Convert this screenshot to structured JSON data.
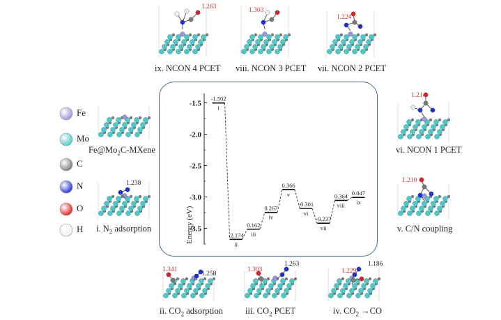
{
  "structures": {
    "ix": {
      "caption": "ix. NCON 4 PCET",
      "bond": "1.263"
    },
    "viii": {
      "caption": "viii. NCON 3 PCET",
      "bond": "1.303"
    },
    "vii": {
      "caption": "vii. NCON 2 PCET",
      "bond": "1.224"
    },
    "vi": {
      "caption": "vi. NCON 1 PCET",
      "bond": "1.214"
    },
    "v": {
      "caption": "v. C/N coupling",
      "bond": "1.210"
    },
    "i": {
      "caption": "i. N",
      "caption_sub": "2",
      "caption_tail": " adsorption",
      "bond": "1.238"
    },
    "ii": {
      "caption": "ii. CO",
      "caption_sub": "2",
      "caption_tail": " adsorption",
      "bond_red": "1.341",
      "bond_black": "1.258"
    },
    "iii": {
      "caption": "iii. CO",
      "caption_sub": "2",
      "caption_tail": " PCET",
      "bond_red": "1.303",
      "bond_black": "1.263"
    },
    "iv": {
      "caption": "iv. CO",
      "caption_sub": "2",
      "caption_tail": " →CO",
      "bond_red": "1.229",
      "bond_black": "1.186"
    },
    "mxene": {
      "caption": "Fe@Mo",
      "caption_sub": "2",
      "caption_tail": "C-MXene"
    }
  },
  "legend": [
    {
      "element": "Fe",
      "color": "#9a95d8"
    },
    {
      "element": "Mo",
      "color": "#4fc7c7"
    },
    {
      "element": "C",
      "color": "#7a7a7a"
    },
    {
      "element": "N",
      "color": "#1f2fd6"
    },
    {
      "element": "O",
      "color": "#e02020"
    },
    {
      "element": "H",
      "color": "#f0f0f0"
    }
  ],
  "colors": {
    "frame": "#4a6a8c",
    "bond_red": "#d03030",
    "bond_black": "#222222"
  },
  "chart_data": {
    "type": "line",
    "ylabel": "Energy (eV)",
    "ylim": [
      -3.75,
      -1.35
    ],
    "yticks": [
      -1.5,
      -2.0,
      -2.5,
      -3.0,
      -3.5
    ],
    "steps": [
      {
        "label": "i",
        "value": -1.502,
        "energy": -1.502
      },
      {
        "label": "ii",
        "value": -2.174,
        "energy": -3.676
      },
      {
        "label": "iii",
        "value": 0.162,
        "energy": -3.514
      },
      {
        "label": "iv",
        "value": 0.267,
        "energy": -3.247
      },
      {
        "label": "v",
        "value": 0.366,
        "energy": -2.881
      },
      {
        "label": "vi",
        "value": -0.301,
        "energy": -3.182
      },
      {
        "label": "vii",
        "value": -0.237,
        "energy": -3.419
      },
      {
        "label": "viii",
        "value": 0.364,
        "energy": -3.055
      },
      {
        "label": "ix",
        "value": 0.047,
        "energy": -3.008
      }
    ]
  }
}
